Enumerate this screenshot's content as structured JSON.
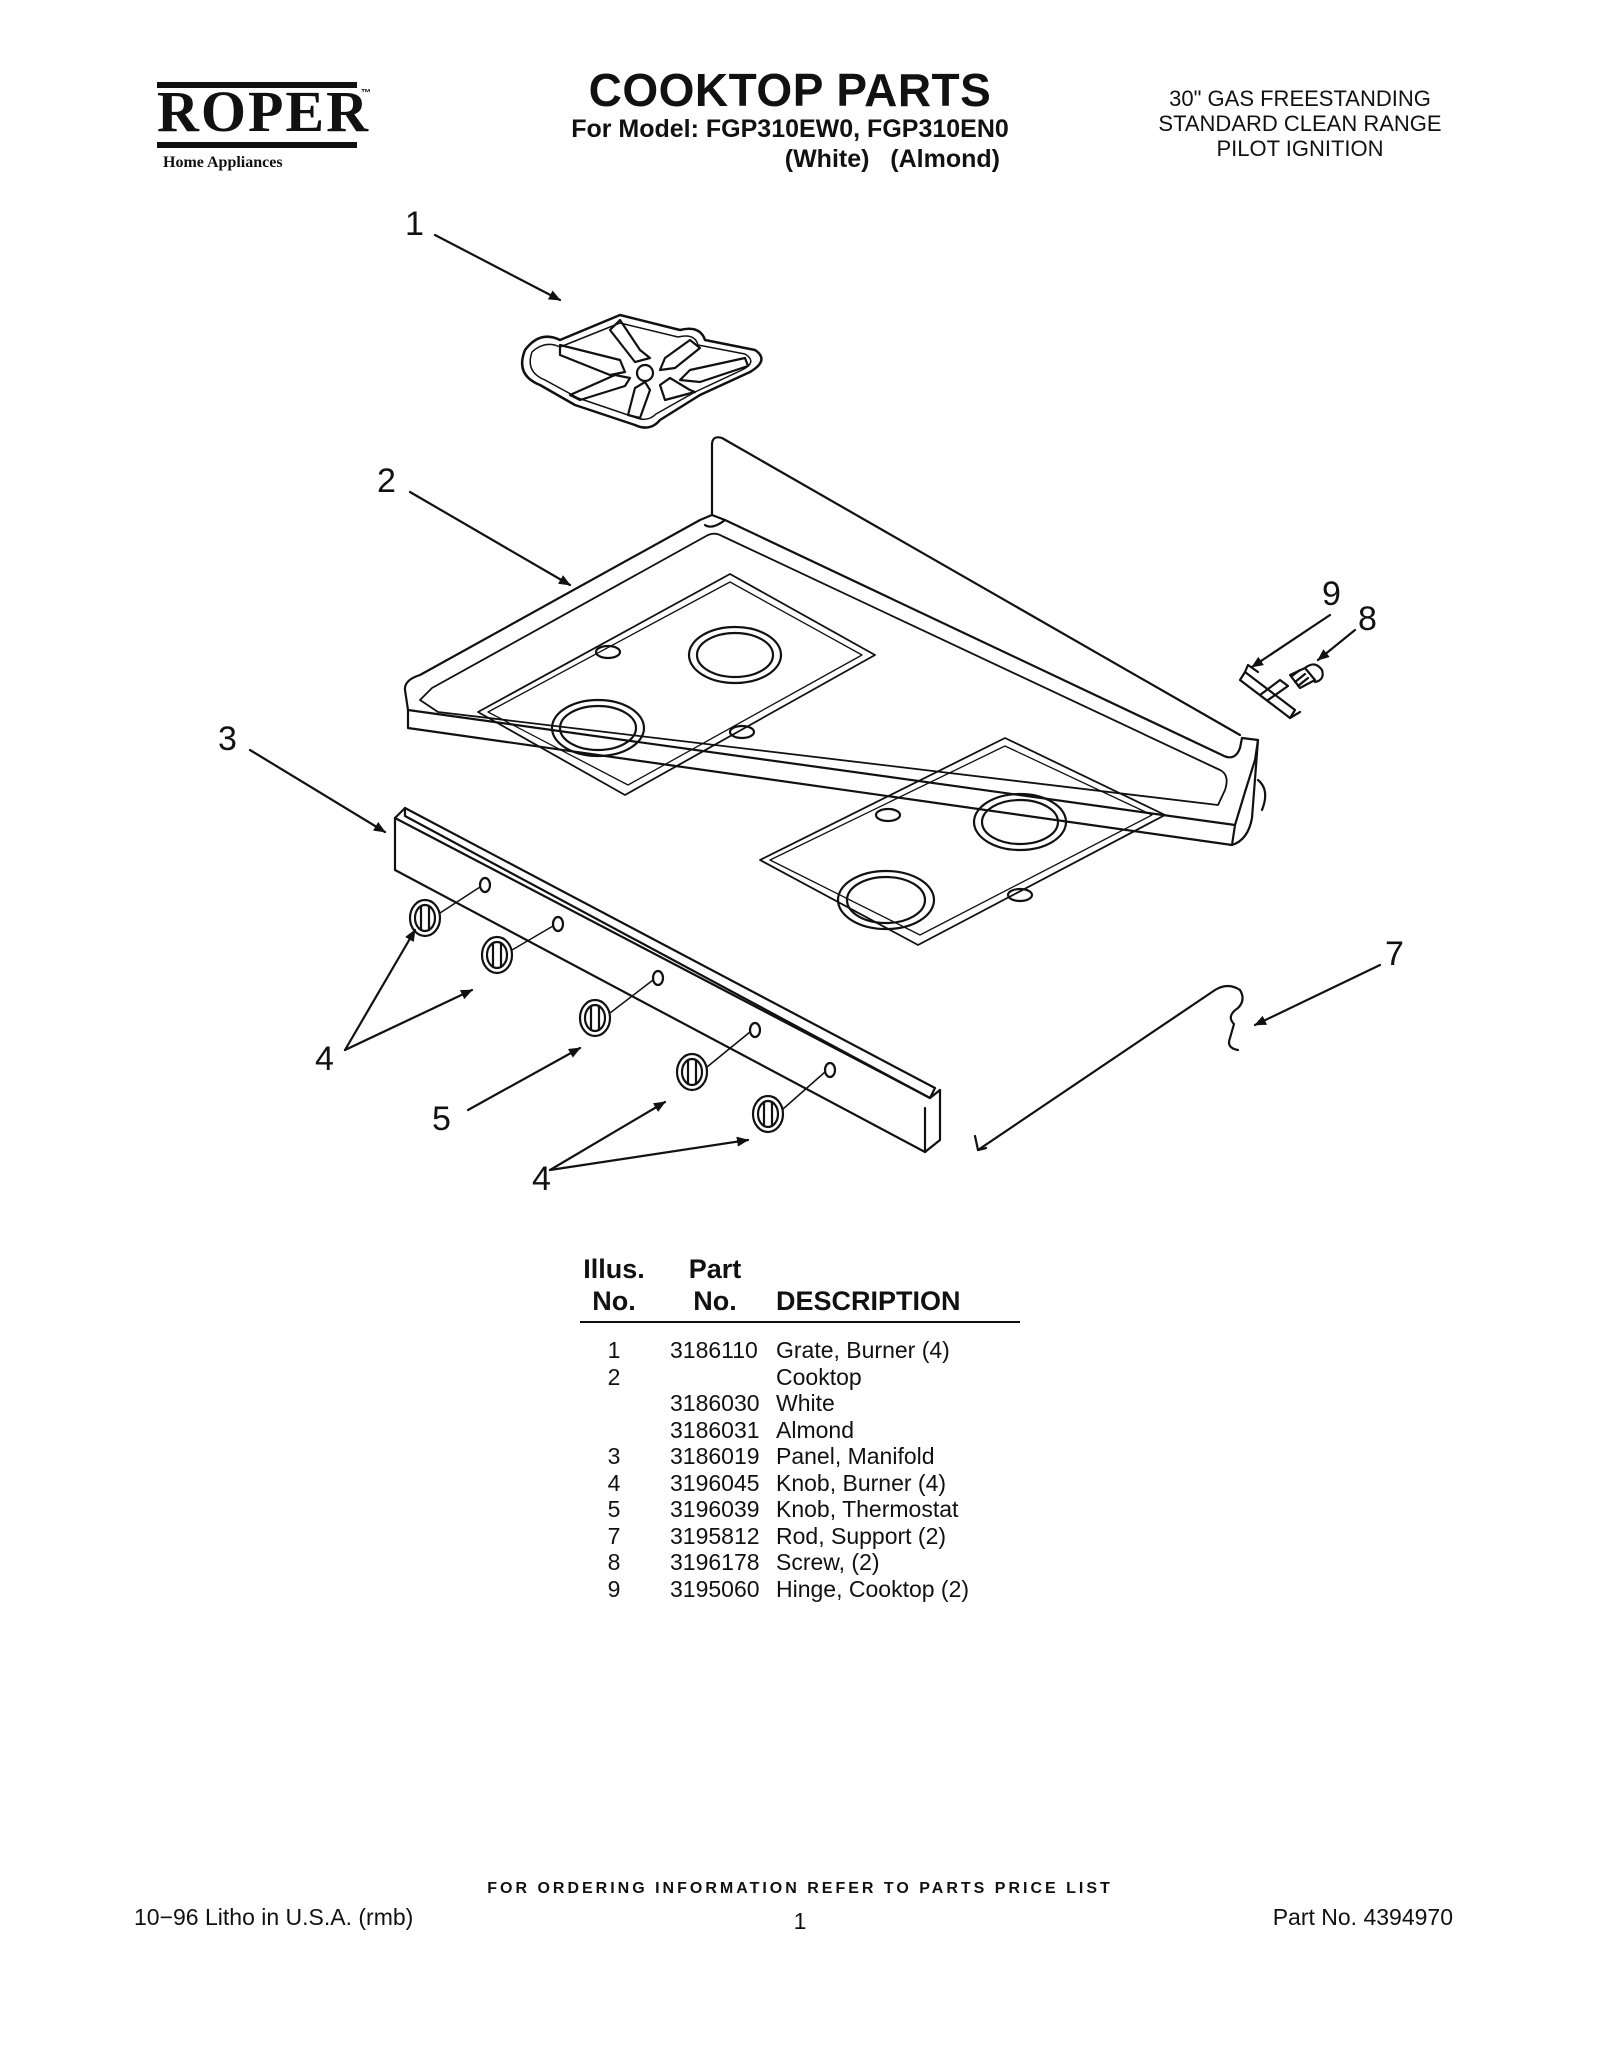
{
  "brand": {
    "name": "ROPER",
    "trademark": "™",
    "tagline": "Home Appliances"
  },
  "header": {
    "title": "COOKTOP PARTS",
    "model_line": "For Model: FGP310EW0, FGP310EN0",
    "color_line": "(White)   (Almond)",
    "range_desc": [
      "30\" GAS FREESTANDING",
      "STANDARD CLEAN RANGE",
      "PILOT IGNITION"
    ]
  },
  "diagram": {
    "callouts": [
      "1",
      "2",
      "3",
      "4",
      "4",
      "5",
      "7",
      "8",
      "9"
    ]
  },
  "table": {
    "headers": {
      "illus_top": "Illus.",
      "illus_bottom": "No.",
      "part_top": "Part",
      "part_bottom": "No.",
      "description": "DESCRIPTION"
    },
    "rows": [
      {
        "illus": "1",
        "part": "3186110",
        "desc": "Grate, Burner (4)"
      },
      {
        "illus": "2",
        "part": "",
        "desc": "Cooktop"
      },
      {
        "illus": "",
        "part": "3186030",
        "desc": "White"
      },
      {
        "illus": "",
        "part": "3186031",
        "desc": "Almond"
      },
      {
        "illus": "3",
        "part": "3186019",
        "desc": "Panel, Manifold"
      },
      {
        "illus": "4",
        "part": "3196045",
        "desc": "Knob, Burner (4)"
      },
      {
        "illus": "5",
        "part": "3196039",
        "desc": "Knob, Thermostat"
      },
      {
        "illus": "7",
        "part": "3195812",
        "desc": "Rod, Support (2)"
      },
      {
        "illus": "8",
        "part": "3196178",
        "desc": "Screw, (2)"
      },
      {
        "illus": "9",
        "part": "3195060",
        "desc": "Hinge, Cooktop (2)"
      }
    ]
  },
  "footer": {
    "order_note": "FOR ORDERING INFORMATION REFER TO PARTS PRICE LIST",
    "litho": "10−96 Litho in U.S.A. (rmb)",
    "page": "1",
    "part_no": "Part No. 4394970"
  }
}
